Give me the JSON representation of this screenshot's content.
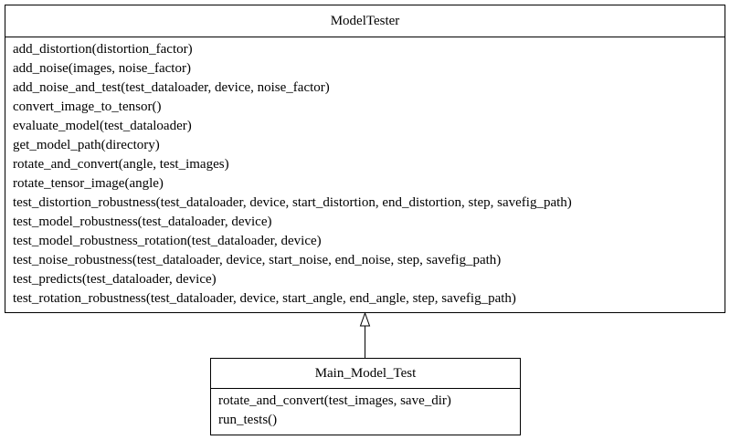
{
  "diagram": {
    "classes": [
      {
        "id": "model-tester",
        "name": "ModelTester",
        "methods": [
          "add_distortion(distortion_factor)",
          "add_noise(images, noise_factor)",
          "add_noise_and_test(test_dataloader, device, noise_factor)",
          "convert_image_to_tensor()",
          "evaluate_model(test_dataloader)",
          "get_model_path(directory)",
          "rotate_and_convert(angle, test_images)",
          "rotate_tensor_image(angle)",
          "test_distortion_robustness(test_dataloader, device, start_distortion, end_distortion, step, savefig_path)",
          "test_model_robustness(test_dataloader, device)",
          "test_model_robustness_rotation(test_dataloader, device)",
          "test_noise_robustness(test_dataloader, device, start_noise, end_noise, step, savefig_path)",
          "test_predicts(test_dataloader, device)",
          "test_rotation_robustness(test_dataloader, device, start_angle, end_angle, step, savefig_path)"
        ]
      },
      {
        "id": "main-model-test",
        "name": "Main_Model_Test",
        "methods": [
          "rotate_and_convert(test_images, save_dir)",
          "run_tests()"
        ]
      }
    ],
    "relations": [
      {
        "type": "inheritance",
        "from": "Main_Model_Test",
        "to": "ModelTester"
      }
    ],
    "colors": {
      "stroke": "#000000",
      "fill": "#ffffff"
    }
  }
}
